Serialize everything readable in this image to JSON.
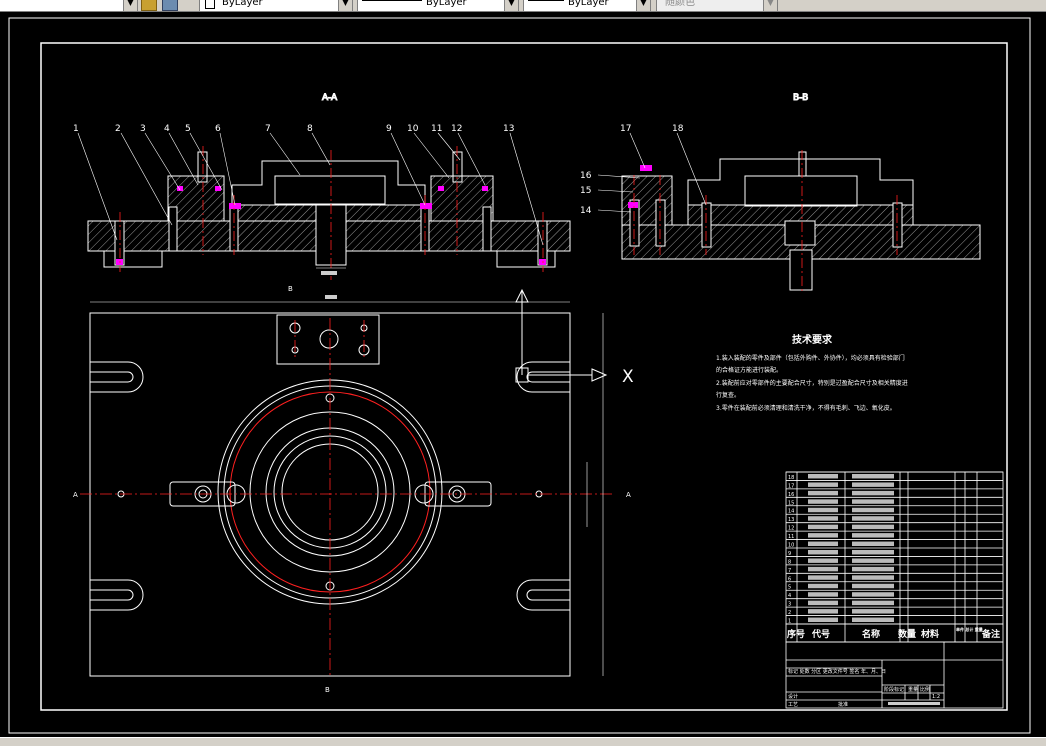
{
  "toolbar": {
    "layer_dropdown_value": "",
    "color_dropdown_value": "ByLayer",
    "linetype_dropdown_value": "ByLayer",
    "lineweight_dropdown_value": "ByLayer",
    "plotstyle_dropdown_value": "随颜色"
  },
  "drawing": {
    "section_a_title": "A-A",
    "section_b_title": "B-B",
    "view_direction_label": "X",
    "section_mark_a": "A",
    "section_mark_b": "B",
    "tech_req_title": "技术要求",
    "tech_req_lines": [
      "1.装入装配的零件及部件（包括外购件、外协件），均必须具有检验部门",
      "的合格证方能进行装配。",
      "2.装配前应对零部件的主要配合尺寸，特别是过盈配合尺寸及相关精度进",
      "行复查。",
      "3.零件在装配前必须清理和清洗干净，不得有毛刺、飞边、氧化皮。"
    ],
    "balloons_a": [
      "1",
      "2",
      "3",
      "4",
      "5",
      "6",
      "7",
      "8",
      "9",
      "10",
      "11",
      "12",
      "13"
    ],
    "balloons_b": [
      "17",
      "18",
      "16",
      "15",
      "14"
    ],
    "parts_header": {
      "seq": "序号",
      "code": "代号",
      "name": "名称",
      "qty": "数量",
      "material": "材料",
      "weight": "单件 总计 重量",
      "remark": "备注"
    },
    "parts_rows": [
      "18",
      "17",
      "16",
      "15",
      "14",
      "13",
      "12",
      "11",
      "10",
      "9",
      "8",
      "7",
      "6",
      "5",
      "4",
      "3",
      "2",
      "1"
    ],
    "title_block": {
      "mark_row": "标记 处数 分区 更改文件号 签名 年、月、日",
      "designer": "设计",
      "process": "工艺",
      "approved": "批准",
      "stage": "阶段标记",
      "weight": "重量",
      "scale": "比例",
      "scale_value": "1:2"
    }
  }
}
